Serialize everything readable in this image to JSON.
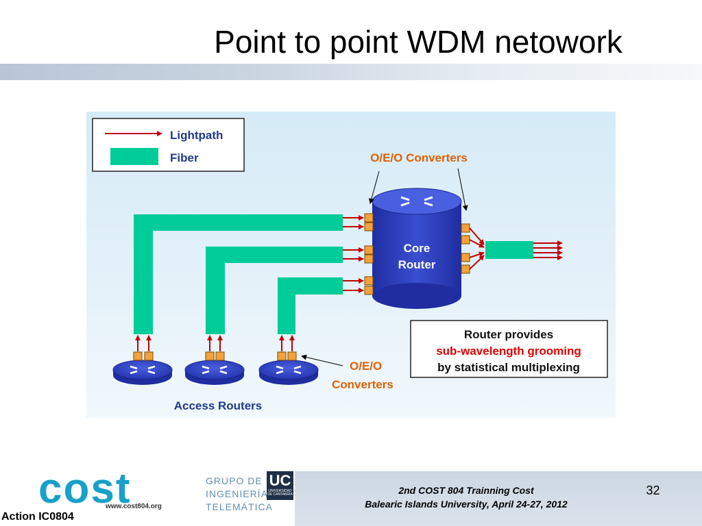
{
  "slide": {
    "title": "Point to point WDM netowork"
  },
  "legend": {
    "lightpath_label": "Lightpath",
    "fiber_label": "Fiber"
  },
  "diagram": {
    "top_converters_label": "O/E/O Converters",
    "core_router_line1": "Core",
    "core_router_line2": "Router",
    "callout_line1": "Router provides",
    "callout_line2": "sub-wavelength grooming",
    "callout_line3": "by statistical multiplexing",
    "access_converters_line1": "O/E/O",
    "access_converters_line2": "Converters",
    "access_routers_label": "Access Routers"
  },
  "colors": {
    "fiber": "#00cc99",
    "lightpath": "#c00000",
    "router": "#2f3fbf",
    "converter": "#f2a23c",
    "annotation_orange": "#e06000",
    "access_label_blue": "#1f3a8a",
    "highlight_red": "#e00000"
  },
  "footer": {
    "line1": "2nd  COST 804 Trainning Cost",
    "line2": "Balearic Islands University, April 24-27, 2012",
    "page_number": "32"
  },
  "logos": {
    "cost_word": "cost",
    "cost_url": "www.cost804.org",
    "action_label": "Action IC0804",
    "grupo_line1": "GRUPO DE",
    "grupo_line2": "INGENIERÍA",
    "grupo_line3": "TELEMÁTICA",
    "uc_letters": "UC",
    "uc_sub1": "UNIVERSIDAD",
    "uc_sub2": "DE CANTABRIA"
  }
}
